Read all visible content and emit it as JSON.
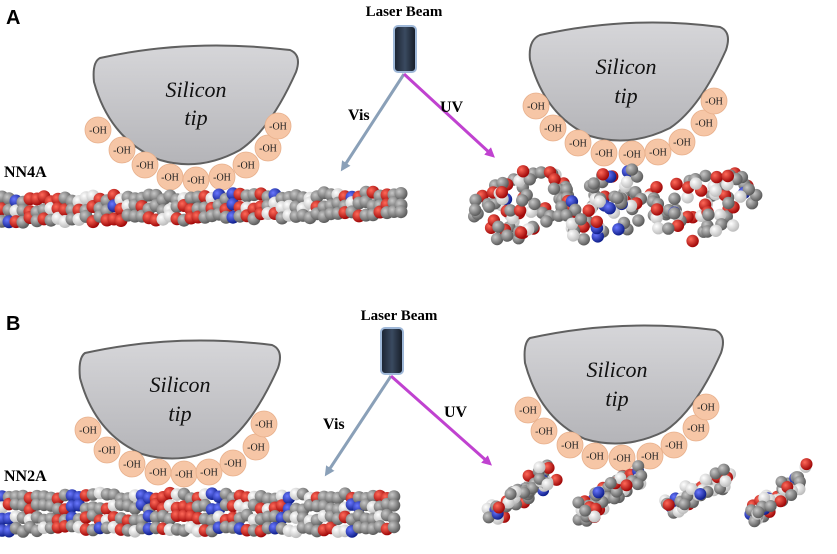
{
  "panels": [
    {
      "letter": "A",
      "molecule": "NN4A",
      "laser_label": "Laser Beam",
      "vis_label": "Vis",
      "uv_label": "UV",
      "tip_word1": "Silicon",
      "tip_word2": "tip",
      "hydroxyl": "-OH"
    },
    {
      "letter": "B",
      "molecule": "NN2A",
      "laser_label": "Laser Beam",
      "vis_label": "Vis",
      "uv_label": "UV",
      "tip_word1": "Silicon",
      "tip_word2": "tip",
      "hydroxyl": "-OH"
    }
  ],
  "colors": {
    "tip_fill": "#c9c9cc",
    "bead_fill": "#f6c6a6",
    "vis_arrow": "#8aa0b8",
    "uv_arrow": "#c042d0",
    "atom_gray": "#7a7a7a",
    "atom_red": "#d01010",
    "atom_blue": "#1c2fd0",
    "atom_white": "#f2f2f2"
  }
}
